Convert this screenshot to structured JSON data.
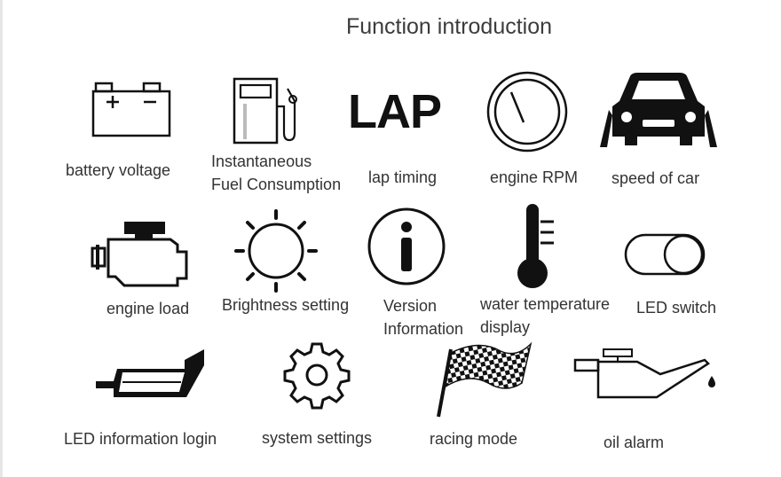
{
  "title": "Function introduction",
  "features": {
    "battery": "battery voltage",
    "fuel_line1": "Instantaneous",
    "fuel_line2": "Fuel Consumption",
    "lap_icon_text": "LAP",
    "lap": "lap timing",
    "rpm": "engine RPM",
    "speed": "speed of car",
    "load": "engine load",
    "brightness": "Brightness setting",
    "version_line1": "Version",
    "version_line2": "Information",
    "water_line1": "water temperature",
    "water_line2": "display",
    "led_switch": "LED switch",
    "led_login": "LED information login",
    "system": "system settings",
    "racing": "racing mode",
    "oil": "oil alarm"
  }
}
